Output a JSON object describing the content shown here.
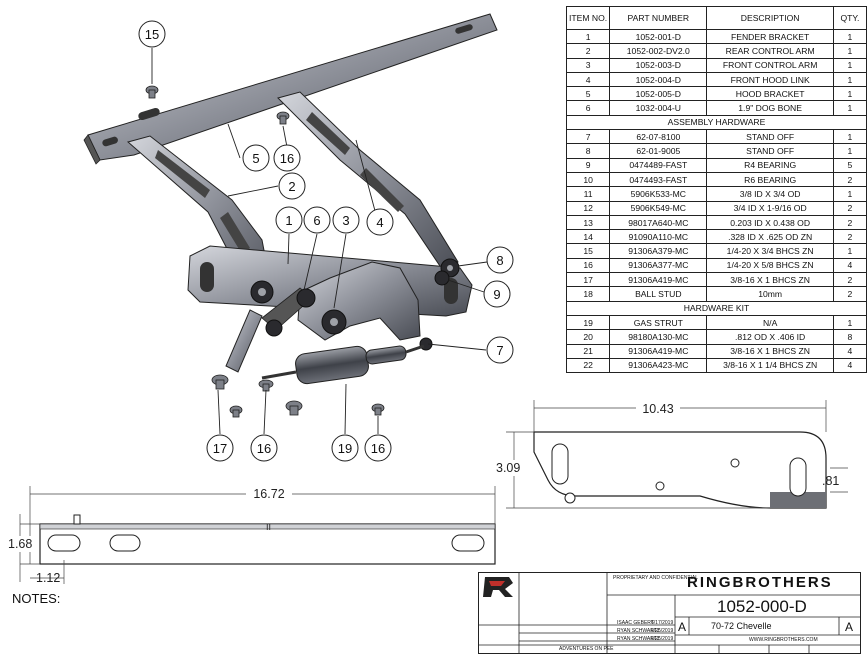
{
  "balloons": [
    "15",
    "5",
    "16",
    "2",
    "1",
    "6",
    "3",
    "4",
    "8",
    "9",
    "7",
    "17",
    "16",
    "19",
    "16"
  ],
  "bom": {
    "headers": [
      "ITEM NO.",
      "PART NUMBER",
      "DESCRIPTION",
      "QTY."
    ],
    "rows": [
      [
        "1",
        "1052-001-D",
        "FENDER BRACKET",
        "1"
      ],
      [
        "2",
        "1052-002-DV2.0",
        "REAR CONTROL ARM",
        "1"
      ],
      [
        "3",
        "1052-003-D",
        "FRONT CONTROL ARM",
        "1"
      ],
      [
        "4",
        "1052-004-D",
        "FRONT HOOD LINK",
        "1"
      ],
      [
        "5",
        "1052-005-D",
        "HOOD BRACKET",
        "1"
      ],
      [
        "6",
        "1032-004-U",
        "1.9\" DOG BONE",
        "1"
      ]
    ],
    "section_hardware": "ASSEMBLY HARDWARE",
    "hardware_rows": [
      [
        "7",
        "62-07-8100",
        "STAND OFF",
        "1"
      ],
      [
        "8",
        "62-01-9005",
        "STAND OFF",
        "1"
      ],
      [
        "9",
        "0474489-FAST",
        "R4 BEARING",
        "5"
      ],
      [
        "10",
        "0474493-FAST",
        "R6 BEARING",
        "2"
      ],
      [
        "11",
        "5906K533-MC",
        "3/8 ID X 3/4 OD",
        "1"
      ],
      [
        "12",
        "5906K549-MC",
        "3/4 ID X 1-9/16 OD",
        "2"
      ],
      [
        "13",
        "98017A640-MC",
        "0.203 ID X 0.438 OD",
        "2"
      ],
      [
        "14",
        "91090A110-MC",
        ".328 ID X .625 OD ZN",
        "2"
      ],
      [
        "15",
        "91306A379-MC",
        "1/4-20 X 3/4 BHCS ZN",
        "1"
      ],
      [
        "16",
        "91306A377-MC",
        "1/4-20 X 5/8 BHCS ZN",
        "4"
      ],
      [
        "17",
        "91306A419-MC",
        "3/8-16 X 1 BHCS ZN",
        "2"
      ],
      [
        "18",
        "BALL STUD",
        "10mm",
        "2"
      ]
    ],
    "section_kit": "HARDWARE KIT",
    "kit_rows": [
      [
        "19",
        "GAS STRUT",
        "N/A",
        "1"
      ],
      [
        "20",
        "98180A130-MC",
        ".812 OD X .406 ID",
        "8"
      ],
      [
        "21",
        "91306A419-MC",
        "3/8-16 X 1 BHCS ZN",
        "4"
      ],
      [
        "22",
        "91306A423-MC",
        "3/8-16 X 1 1/4 BHCS ZN",
        "4"
      ]
    ]
  },
  "dims": {
    "bracket_width": "10.43",
    "bracket_height": "3.09",
    "slot": ".81",
    "bar_length": "16.72",
    "bar_height": "1.68",
    "bar_offset": "1.12",
    "center_mark": "II"
  },
  "notes_label": "NOTES:",
  "title_block": {
    "brand": "RINGBROTHERS",
    "part_number": "1052-000-D",
    "description": "70-72 Chevelle",
    "size": "A",
    "rev": "A",
    "drawn_by": "ISAAC GEBERT",
    "checked_by": "RYAN SCHWARTZ",
    "approved_by": "RYAN SCHWARTZ",
    "date1": "6/17/2019",
    "date2": "6/25/2019",
    "date3": "6/25/2019",
    "confidential": "PROPRIETARY AND CONFIDENTIAL",
    "website": "WWW.RINGBROTHERS.COM",
    "address": "ADVENTURES ON PEE"
  },
  "colors": {
    "metal": "#5a5d66",
    "metal_light": "#b9bcc4",
    "line": "#222222"
  }
}
